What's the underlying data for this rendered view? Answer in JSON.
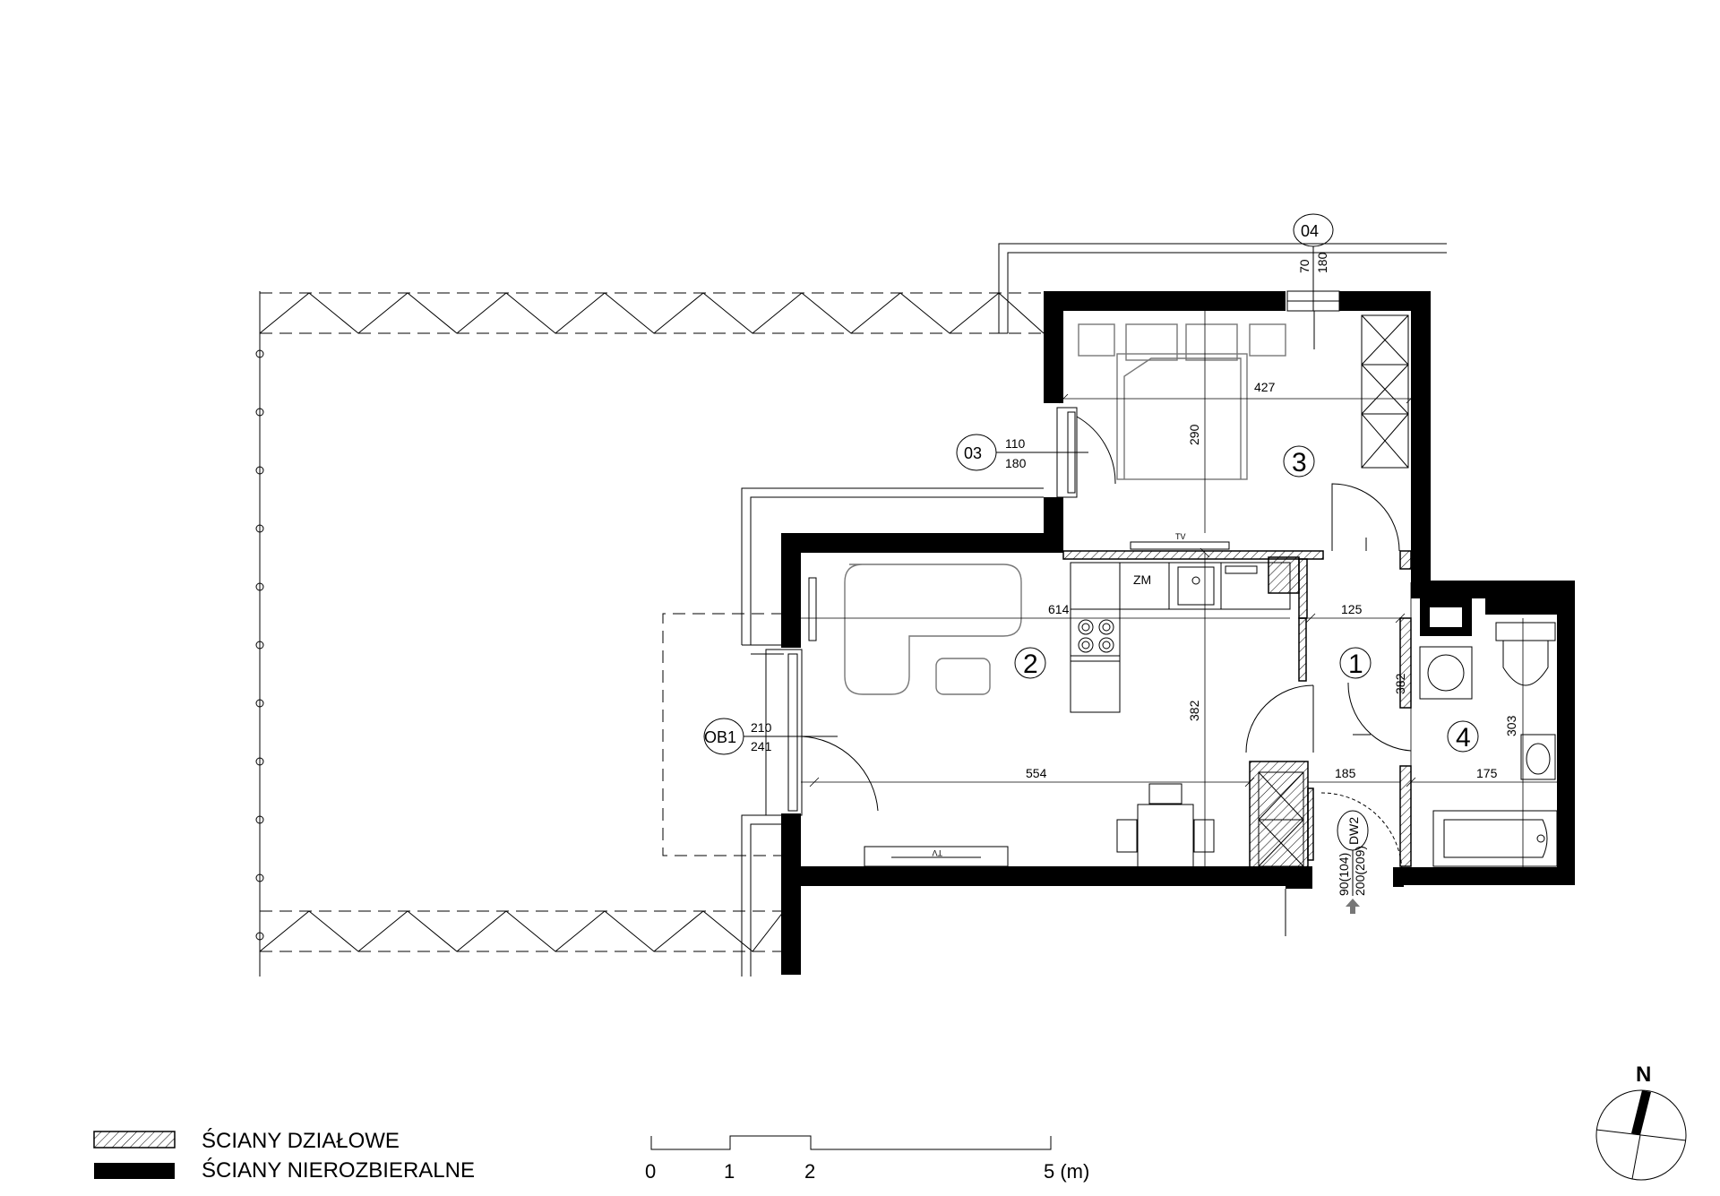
{
  "rooms": [
    {
      "number": "1"
    },
    {
      "number": "2"
    },
    {
      "number": "3"
    },
    {
      "number": "4"
    }
  ],
  "dimensions": {
    "d427": "427",
    "d290": "290",
    "d614": "614",
    "d125": "125",
    "d382_main": "382",
    "d382_hall": "382",
    "d554": "554",
    "d185": "185",
    "d303": "303",
    "d175": "175"
  },
  "openings": {
    "o4": {
      "tag": "04",
      "width": "70",
      "height": "180"
    },
    "o3": {
      "tag": "03",
      "width": "110",
      "height": "180"
    },
    "ob1": {
      "tag": "OB1",
      "width": "210",
      "height": "241"
    },
    "dw2": {
      "tag": "DW2",
      "width": "90(104)",
      "height": "200(209)"
    }
  },
  "labels": {
    "zm": "ZM",
    "tv_top": "TV",
    "tv_bottom": "TV"
  },
  "legend": {
    "partition": "ŚCIANY DZIAŁOWE",
    "structural": "ŚCIANY NIEROZBIERALNE"
  },
  "scale": {
    "ticks": [
      "0",
      "1",
      "2",
      "5 (m)"
    ]
  },
  "north": {
    "label": "N"
  }
}
